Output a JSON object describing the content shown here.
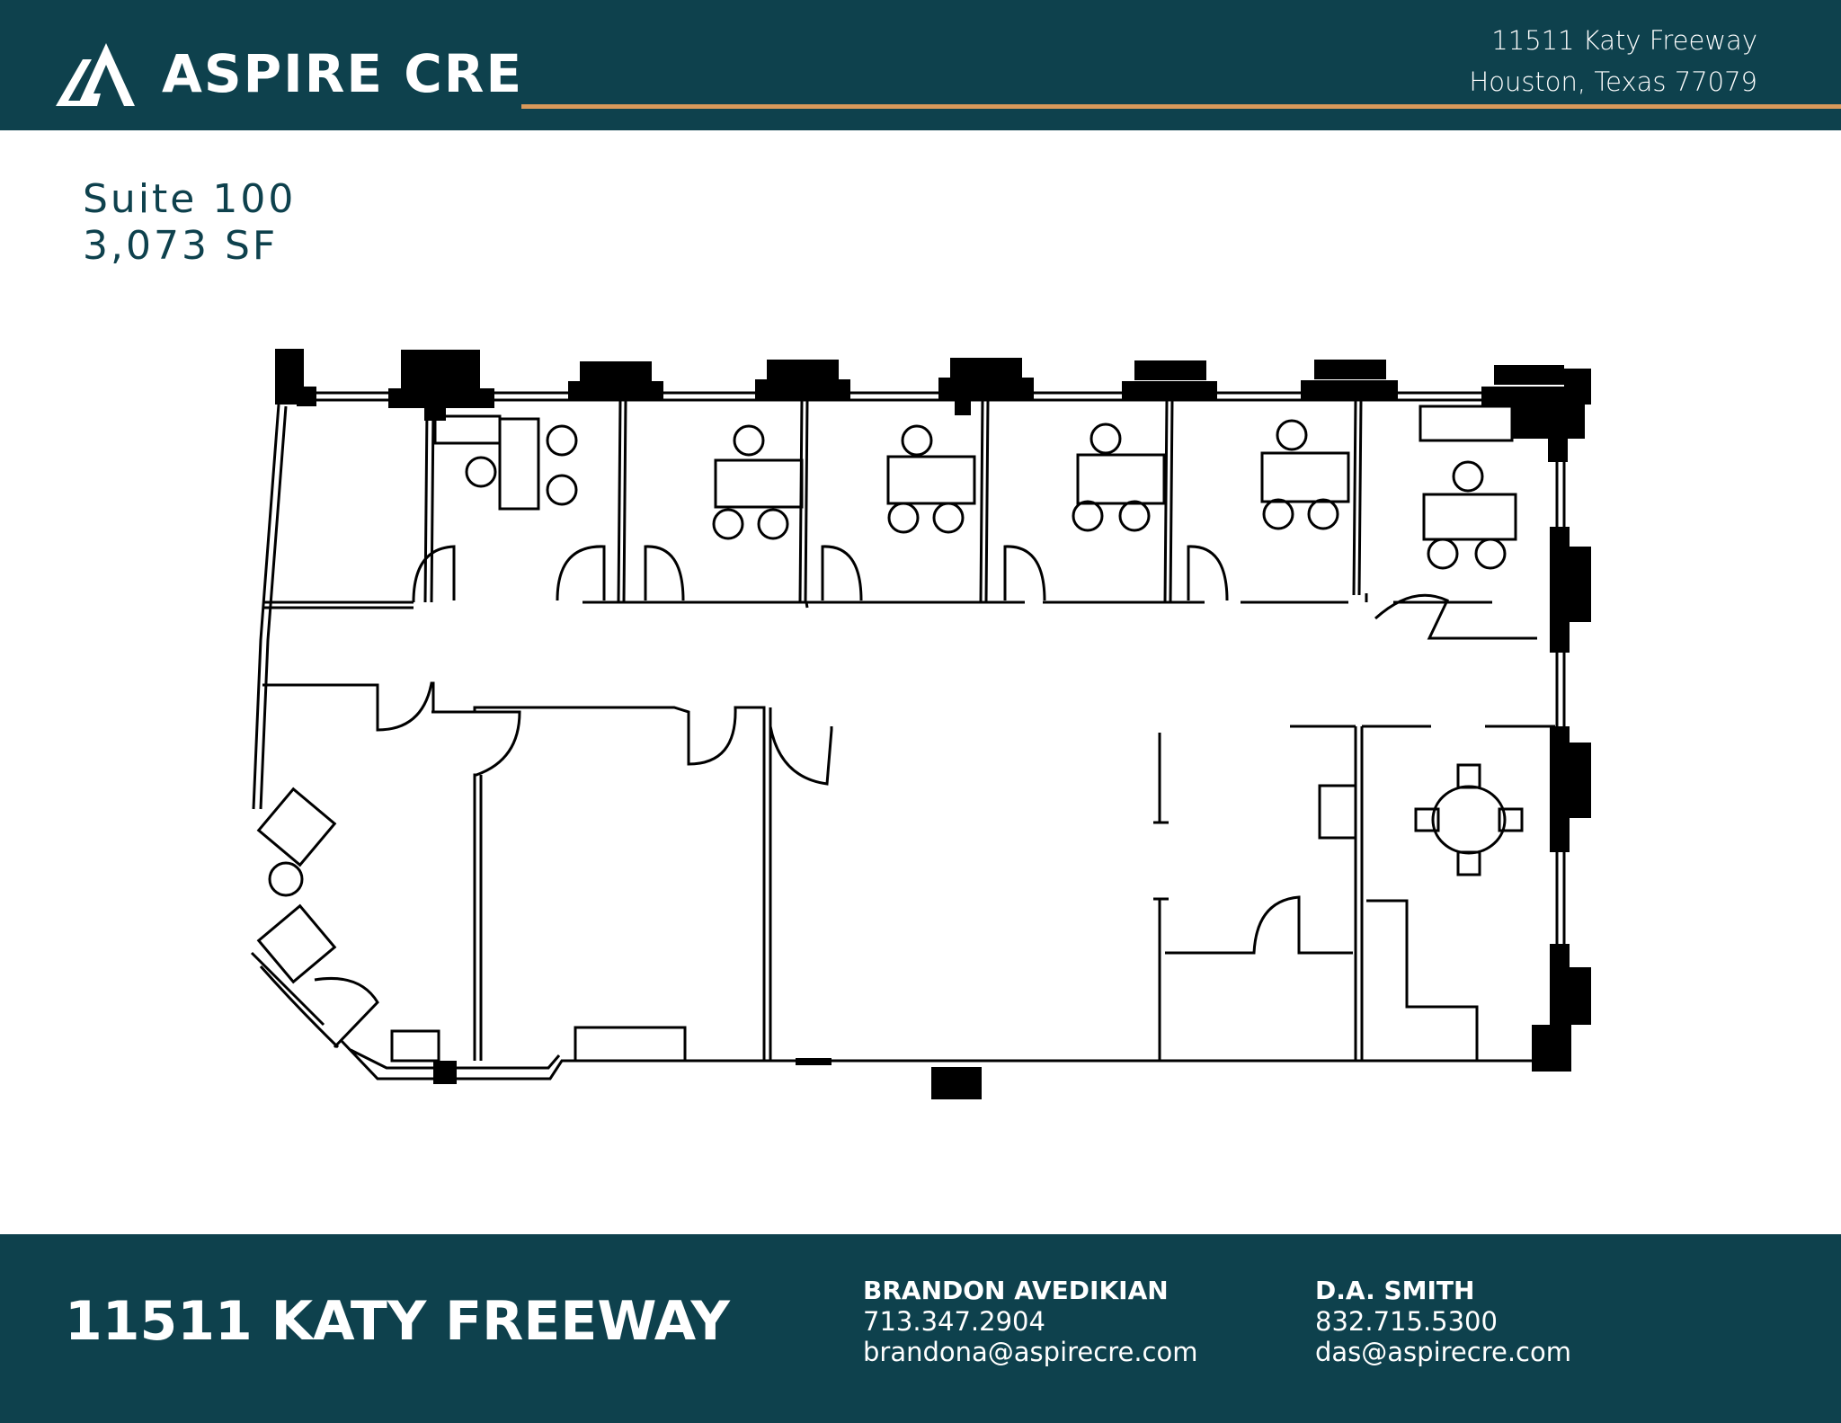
{
  "header": {
    "brand": "ASPIRE CRE",
    "address_line1": "11511 Katy Freeway",
    "address_line2": "Houston, Texas 77079",
    "colors": {
      "band": "#0e414d",
      "accent_line": "#d9995b",
      "text": "#ffffff"
    }
  },
  "suite": {
    "name": "Suite 100",
    "area": "3,073 SF"
  },
  "floor_plan": {
    "icon": "floor-plan-drawing",
    "rooms": [
      "private-office-1",
      "private-office-2",
      "private-office-3",
      "private-office-4",
      "private-office-5",
      "corner-office",
      "reception-lounge",
      "office-large",
      "open-area",
      "storage-room",
      "break-room"
    ]
  },
  "footer": {
    "title": "11511 KATY FREEWAY",
    "contacts": [
      {
        "name": "BRANDON AVEDIKIAN",
        "phone": "713.347.2904",
        "email": "brandona@aspirecre.com"
      },
      {
        "name": "D.A. SMITH",
        "phone": "832.715.5300",
        "email": "das@aspirecre.com"
      }
    ]
  }
}
